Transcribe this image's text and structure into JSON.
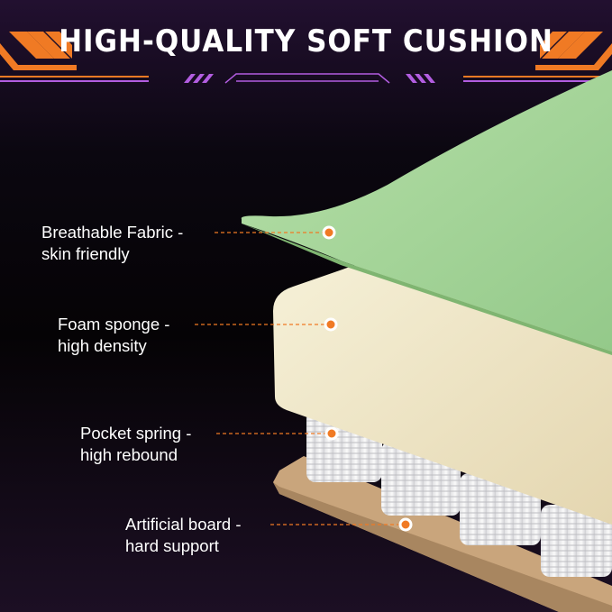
{
  "title": "HIGH-QUALITY SOFT CUSHION",
  "labels": [
    {
      "line1": "Breathable Fabric -",
      "line2": "skin friendly"
    },
    {
      "line1": "Foam sponge -",
      "line2": "high density"
    },
    {
      "line1": "Pocket spring -",
      "line2": "high rebound"
    },
    {
      "line1": "Artificial board -",
      "line2": "hard support"
    }
  ],
  "colors": {
    "accent": "#f07a24",
    "purple": "#b25de0",
    "fabric": "#a6d69a",
    "foam": "#f0e9cc",
    "board": "#c9a57c"
  }
}
